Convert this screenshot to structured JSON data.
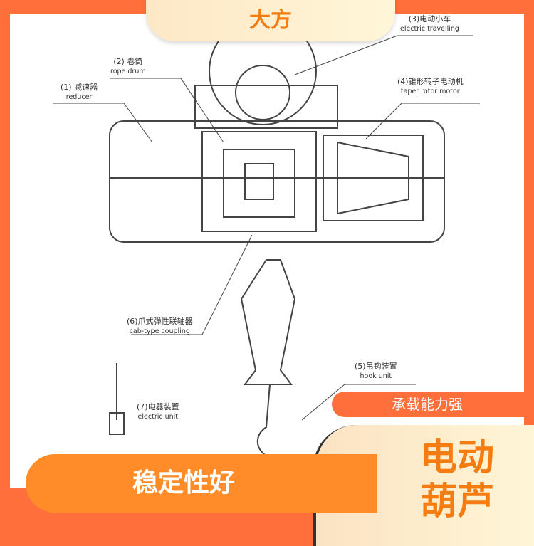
{
  "header": {
    "tab_text": "大方"
  },
  "diagram": {
    "labels": [
      {
        "cn": "(3)电动小车",
        "en": "electric travelling"
      },
      {
        "cn": "(2) 卷筒",
        "en": "rope drum"
      },
      {
        "cn": "(1) 减速器",
        "en": "reducer"
      },
      {
        "cn": "(4)锥形转子电动机",
        "en": "taper rotor motor"
      },
      {
        "cn": "(6)爪式弹性联轴器",
        "en": "cab-type coupling"
      },
      {
        "cn": "(5)吊钩装置",
        "en": "hook unit"
      },
      {
        "cn": "(7)电器装置",
        "en": "electric unit"
      }
    ]
  },
  "features": {
    "right_pill": "承载能力强",
    "left_pill": "稳定性好"
  },
  "product": {
    "line1": "电动",
    "line2": "葫芦"
  },
  "colors": {
    "frame": "#ff6f3c",
    "pill": "#ff8c28",
    "title": "#f57c10"
  }
}
